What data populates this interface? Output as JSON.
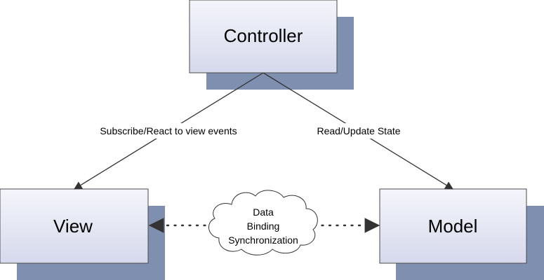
{
  "nodes": {
    "controller": {
      "label": "Controller"
    },
    "view": {
      "label": "View"
    },
    "model": {
      "label": "Model"
    }
  },
  "edges": {
    "controller_to_view": {
      "label": "Subscribe/React to view events"
    },
    "controller_to_model": {
      "label": "Read/Update State"
    }
  },
  "binding": {
    "lines": [
      "Data",
      "Binding",
      "Synchronization"
    ]
  },
  "colors": {
    "box_fill_top": "#f4f5fb",
    "box_fill_bottom": "#d6d9ec",
    "box_stroke": "#4a4a4a",
    "shadow": "#7f8fb0",
    "line": "#333333"
  }
}
